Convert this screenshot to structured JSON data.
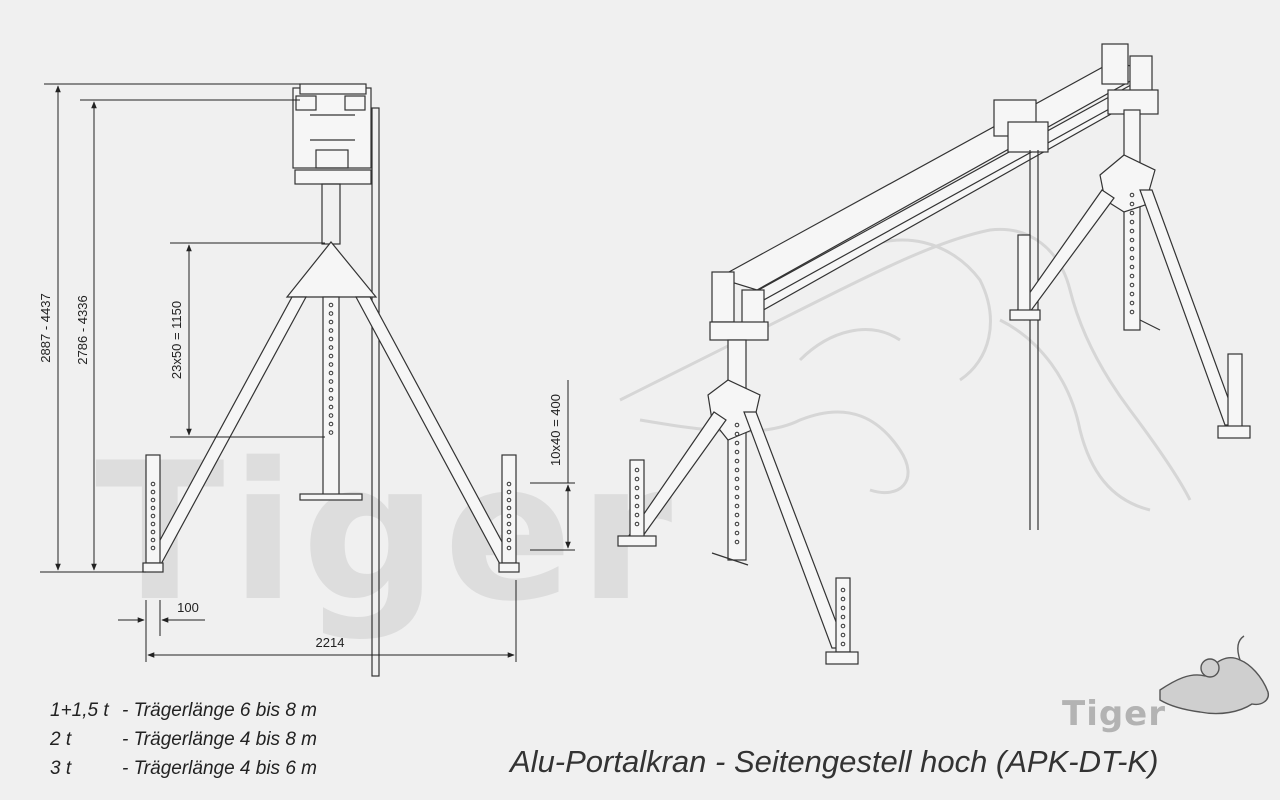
{
  "watermark": {
    "text": "Tiger"
  },
  "dimensions": {
    "total_height": "2887 - 4437",
    "beam_height": "2786 - 4336",
    "column_holes": "23x50 = 1150",
    "leg_holes": "10x40 = 400",
    "foot_offset": "100",
    "leg_span": "2214"
  },
  "legend": [
    {
      "load": "1+1,5 t",
      "text": "- Trägerlänge 6 bis 8 m"
    },
    {
      "load": "2 t",
      "text": "- Trägerlänge 4 bis 8 m"
    },
    {
      "load": "3 t",
      "text": "- Trägerlänge 4 bis 6 m"
    }
  ],
  "caption": "Alu-Portalkran - Seitengestell hoch (APK-DT-K)",
  "brand": {
    "name": "Tiger"
  },
  "colors": {
    "background": "#f0f0f0",
    "line": "#333333",
    "watermark": "#dddddd"
  }
}
